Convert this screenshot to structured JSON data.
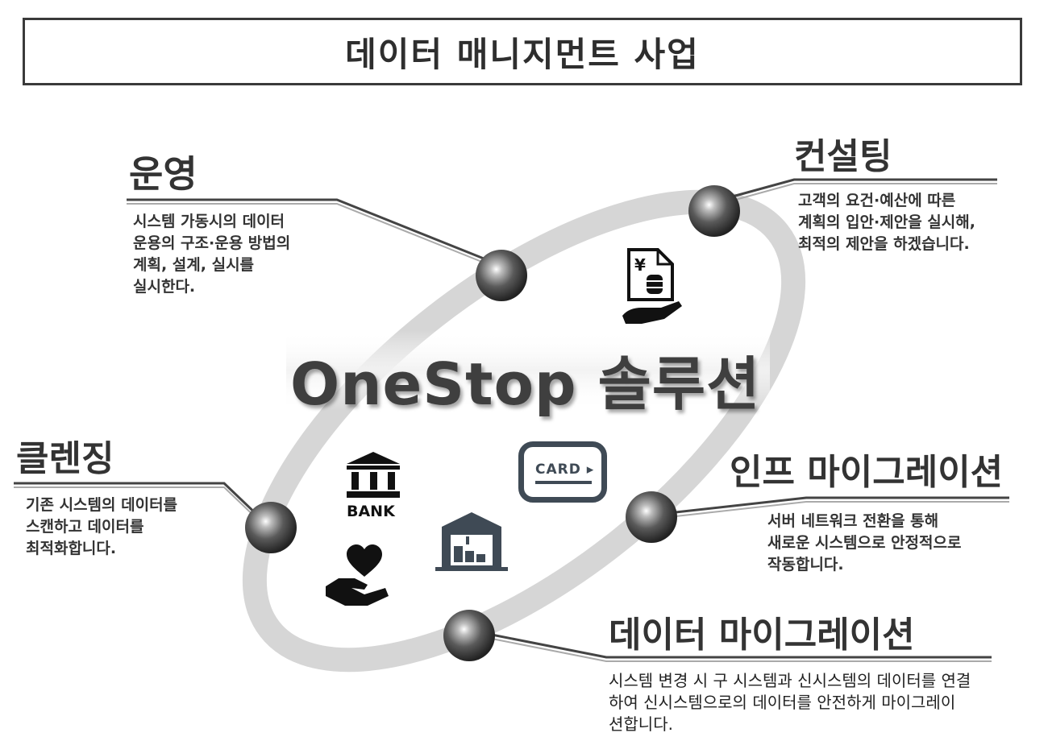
{
  "title": "데이터 매니지먼트 사업",
  "center_title": "OneStop 솔루션",
  "sections": [
    {
      "key": "operation",
      "heading": "운영",
      "lines": [
        "시스템 가동시의 데이터",
        "운용의 구조·운용 방법의",
        "계획, 설계, 실시를",
        "실시한다."
      ]
    },
    {
      "key": "consulting",
      "heading": "컨설팅",
      "lines": [
        "고객의 요건·예산에 따른",
        "계획의 입안·제안을 실시해,",
        "최적의 제안을 하겠습니다."
      ]
    },
    {
      "key": "cleansing",
      "heading": "클렌징",
      "lines": [
        "기존 시스템의 데이터를",
        "스캔하고 데이터를",
        "최적화합니다."
      ]
    },
    {
      "key": "infra-migration",
      "heading": "인프 마이그레이션",
      "lines": [
        "서버 네트워크 전환을 통해",
        "새로운 시스템으로 안정적으로",
        "작동합니다."
      ]
    },
    {
      "key": "data-migration",
      "heading": "데이터 마이그레이션",
      "lines": [
        "시스템 변경 시 구 시스템과 신시스템의 데이터를 연결",
        "하여 신시스템으로의 데이터를 안전하게 마이그레이",
        "션합니다."
      ]
    }
  ],
  "icons": {
    "document": "yen-document-hand-icon",
    "bank": "bank-icon",
    "bank_label": "BANK",
    "card": "card-icon",
    "card_label": "CARD ▸",
    "warehouse": "warehouse-icon",
    "heart": "heart-hand-icon"
  },
  "colors": {
    "text": "#333333",
    "ring": "#d6d6d6",
    "accent_dark": "#3f4a55"
  }
}
